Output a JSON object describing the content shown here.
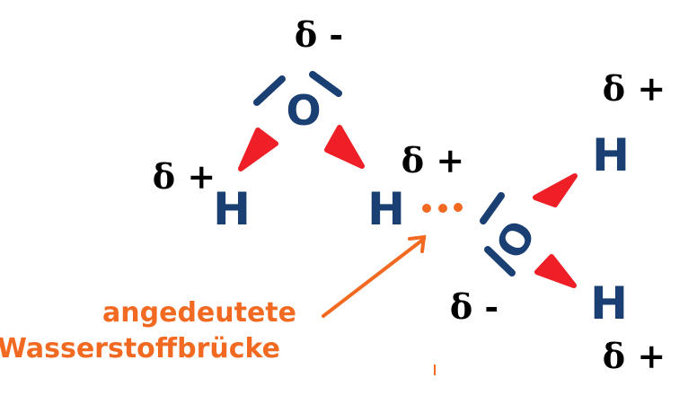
{
  "colors": {
    "atom": "#1a3f72",
    "partial_bond": "#ee1f26",
    "hbond": "#f26a22",
    "charge": "#000000"
  },
  "molecule_left": {
    "oxygen": "O",
    "hydrogen_1": "H",
    "hydrogen_2": "H",
    "charge_o": "δ -",
    "charge_h1": "δ +",
    "charge_h2": "δ +"
  },
  "molecule_right": {
    "oxygen": "O",
    "hydrogen_1": "H",
    "hydrogen_2": "H",
    "charge_o": "δ -",
    "charge_h1": "δ +",
    "charge_h2": "δ +"
  },
  "annotation": {
    "line1": "angedeutete",
    "line2": "Wasserstoffbrücke"
  }
}
